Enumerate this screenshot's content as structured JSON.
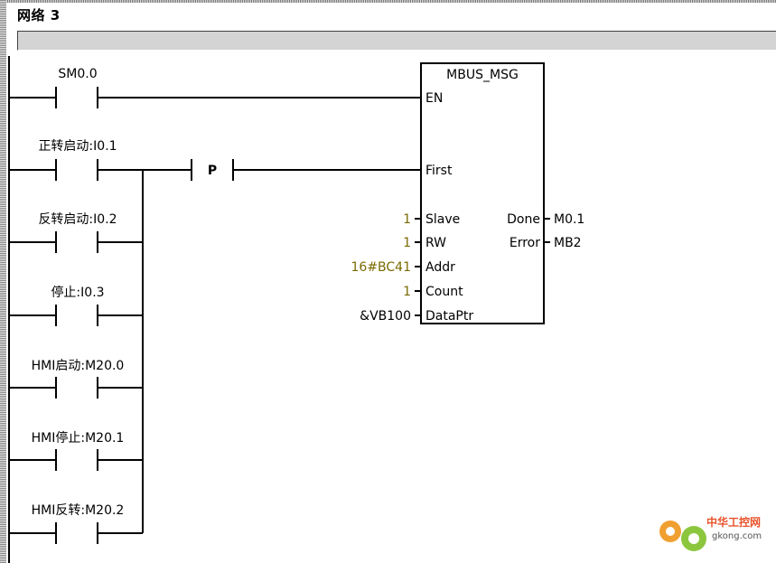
{
  "network": {
    "title": "网络 3"
  },
  "contacts": [
    {
      "label": "SM0.0"
    },
    {
      "label": "正转启动:I0.1"
    },
    {
      "label": "反转启动:I0.2"
    },
    {
      "label": "停止:I0.3"
    },
    {
      "label": "HMI启动:M20.0"
    },
    {
      "label": "HMI停止:M20.1"
    },
    {
      "label": "HMI反转:M20.2"
    }
  ],
  "edge_detector": {
    "label": "P"
  },
  "block": {
    "title": "MBUS_MSG",
    "inputs": [
      {
        "pin": "EN",
        "value": ""
      },
      {
        "pin": "First",
        "value": ""
      },
      {
        "pin": "Slave",
        "value": "1"
      },
      {
        "pin": "RW",
        "value": "1"
      },
      {
        "pin": "Addr",
        "value": "16#BC41"
      },
      {
        "pin": "Count",
        "value": "1"
      },
      {
        "pin": "DataPtr",
        "value": "&VB100"
      }
    ],
    "outputs": [
      {
        "pin": "Done",
        "value": "M0.1"
      },
      {
        "pin": "Error",
        "value": "MB2"
      }
    ]
  },
  "watermark": {
    "cn": "中华工控网",
    "en": "gkong.com"
  },
  "colors": {
    "literal": "#7a6a00",
    "comment_bar": "#d4d4d4",
    "watermark": "#e8532b"
  }
}
